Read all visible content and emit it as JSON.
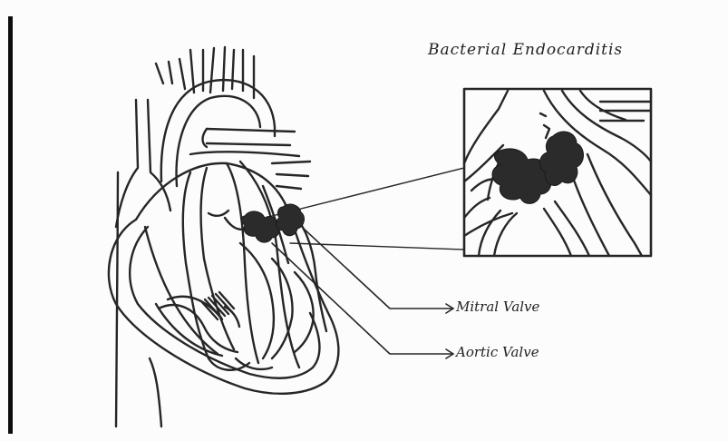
{
  "diagram": {
    "title": "Bacterial Endocarditis",
    "labels": {
      "mitral": "Mitral Valve",
      "aortic": "Aortic Valve"
    }
  }
}
